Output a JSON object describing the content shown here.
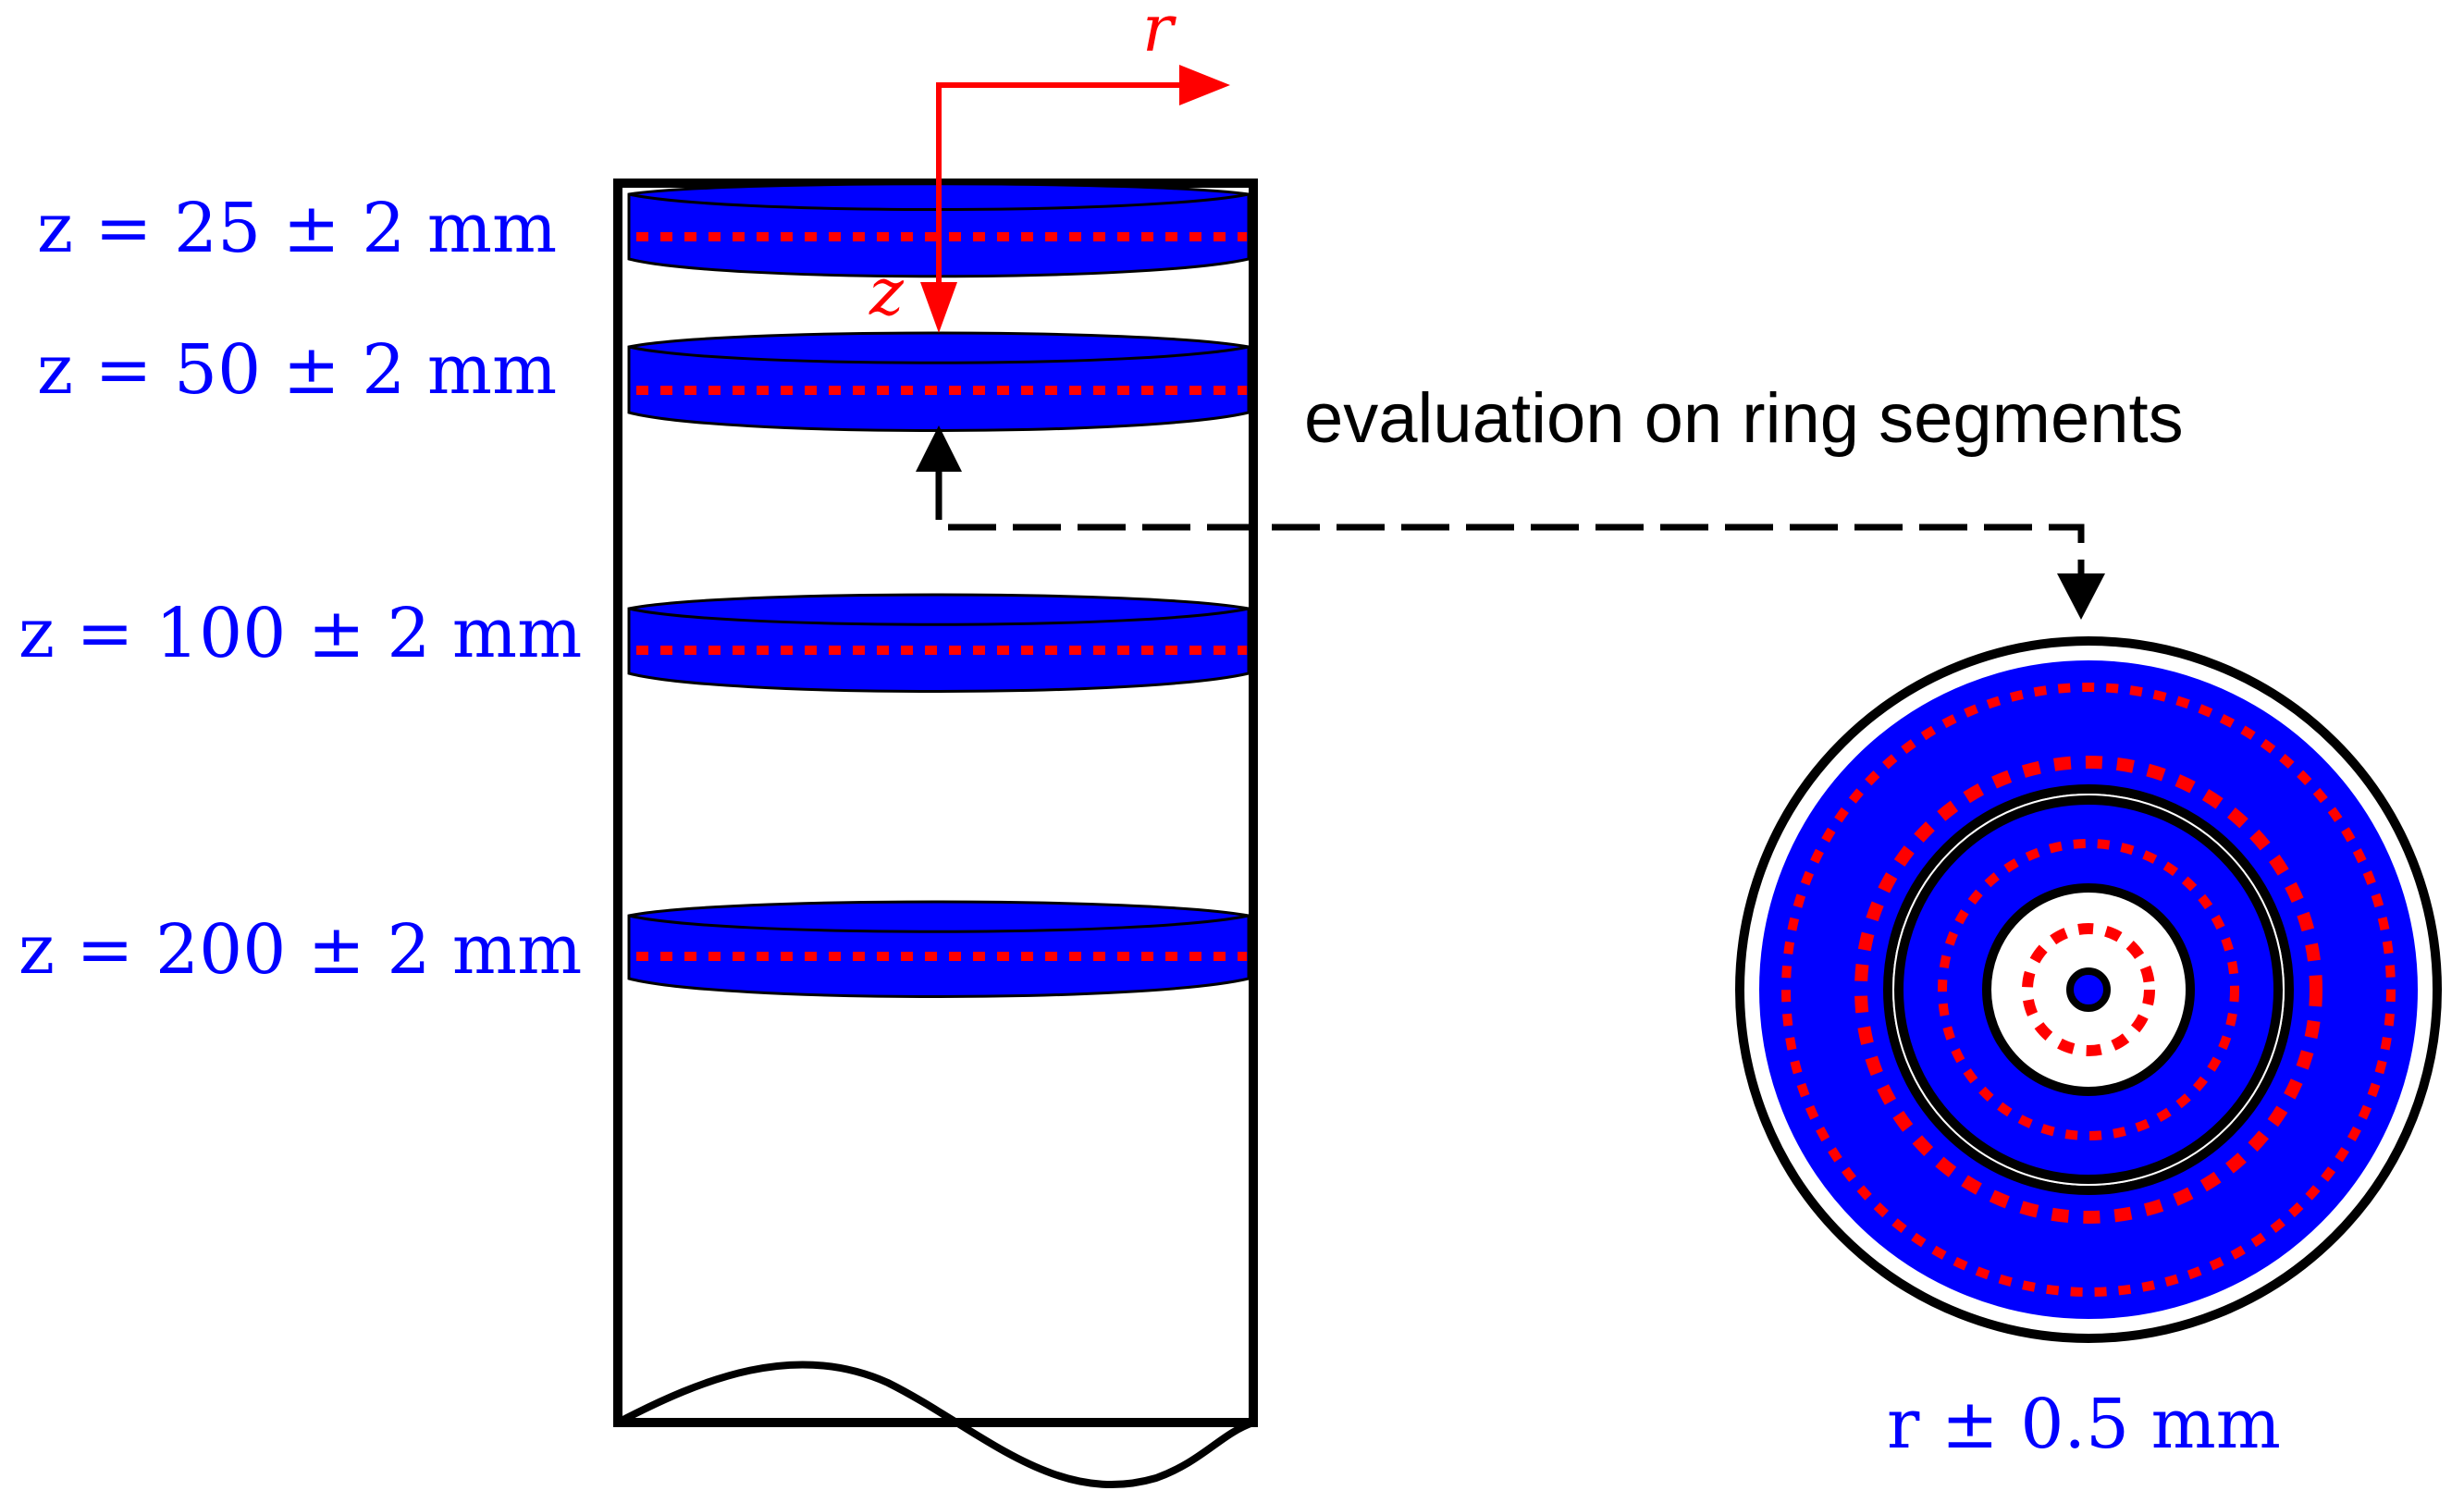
{
  "axes": {
    "r_label": "r",
    "z_label": "z"
  },
  "slices": [
    {
      "label": "z = 25 ± 2 mm"
    },
    {
      "label": "z = 50 ± 2 mm"
    },
    {
      "label": "z = 100 ± 2 mm"
    },
    {
      "label": "z = 200 ± 2 mm"
    }
  ],
  "annotation": "evaluation on ring segments",
  "ring_caption": "r ± 0.5 mm",
  "colors": {
    "slice_fill": "#0000ff",
    "midline": "#ff0000",
    "outline": "#000000",
    "label_text": "#0000ff",
    "axis": "#ff0000"
  }
}
